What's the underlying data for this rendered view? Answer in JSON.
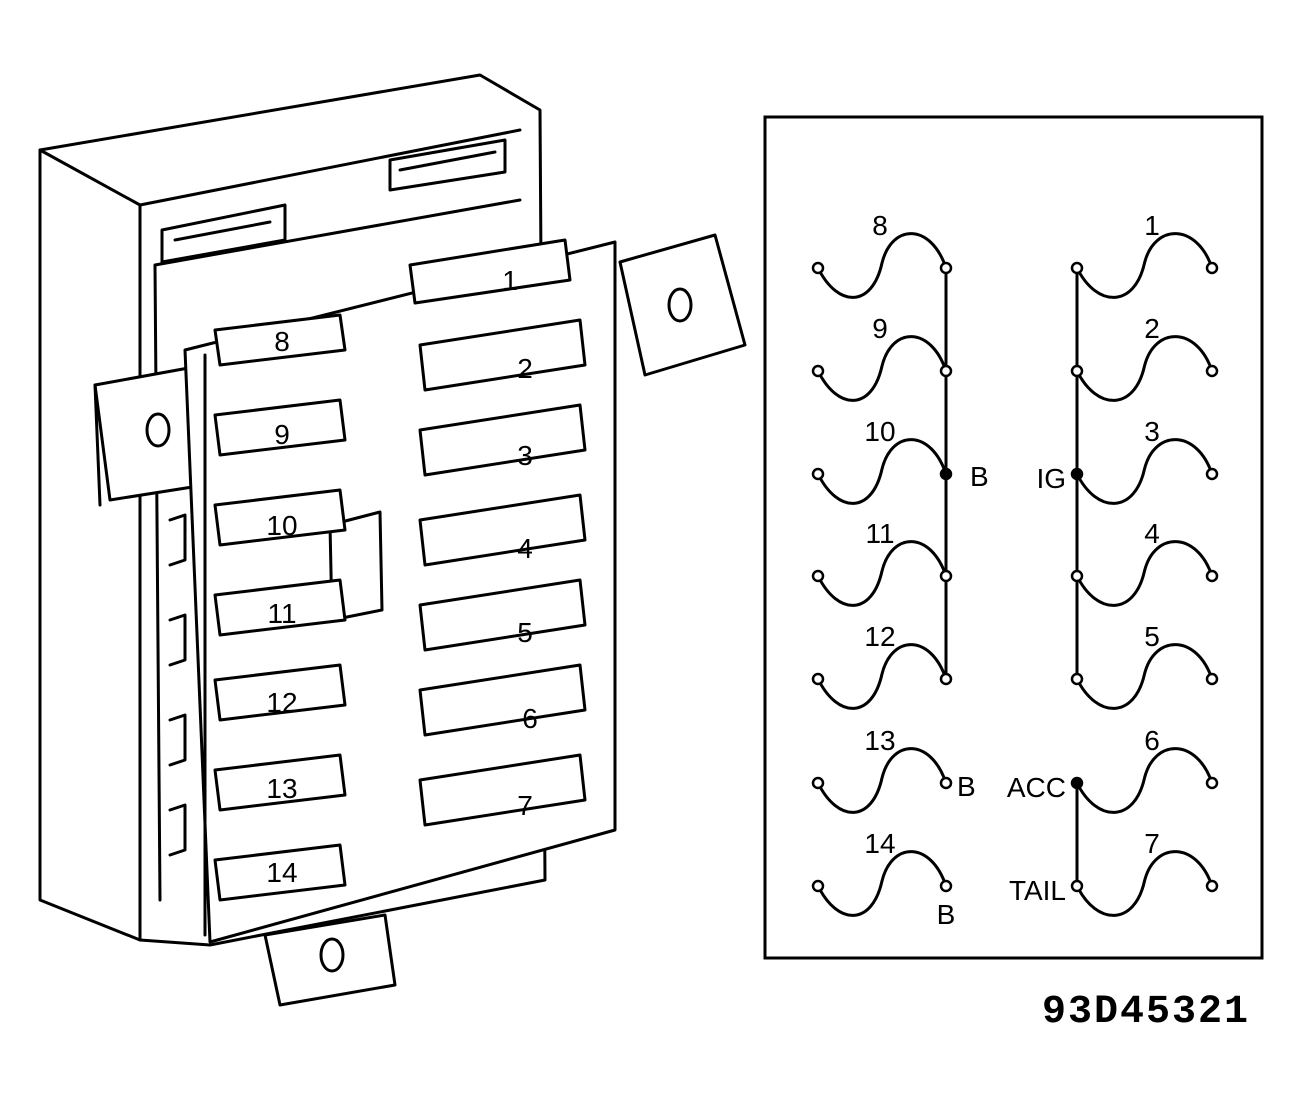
{
  "reference_code": "93D45321",
  "box_labels": [
    "1",
    "2",
    "3",
    "4",
    "5",
    "6",
    "7",
    "8",
    "9",
    "10",
    "11",
    "12",
    "13",
    "14"
  ],
  "schematic": {
    "left_column": [
      {
        "number": "8"
      },
      {
        "number": "9"
      },
      {
        "number": "10",
        "tag": "B"
      },
      {
        "number": "11"
      },
      {
        "number": "12"
      },
      {
        "number": "13",
        "tag": "B"
      },
      {
        "number": "14",
        "tag": "B"
      }
    ],
    "right_column": [
      {
        "number": "1"
      },
      {
        "number": "2"
      },
      {
        "number": "3",
        "tag": "IG"
      },
      {
        "number": "4"
      },
      {
        "number": "5"
      },
      {
        "number": "6",
        "tag": "ACC"
      },
      {
        "number": "7",
        "tag": "TAIL"
      }
    ]
  }
}
